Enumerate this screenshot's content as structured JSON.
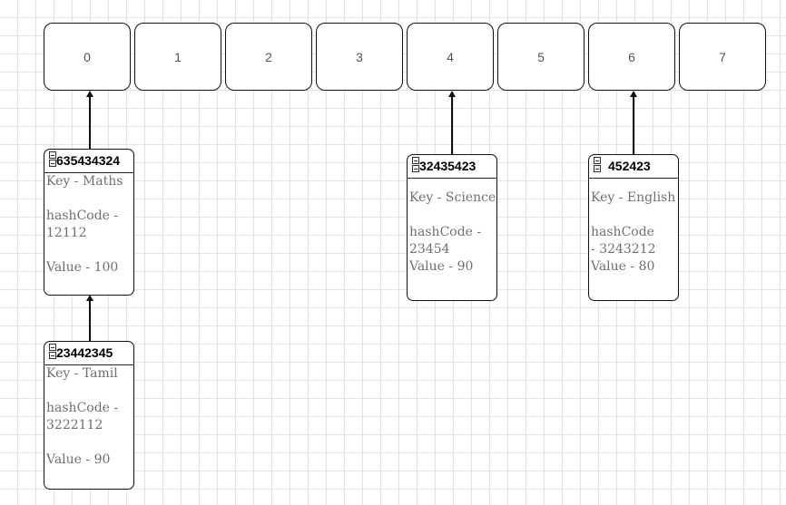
{
  "buckets": [
    "0",
    "1",
    "2",
    "3",
    "4",
    "5",
    "6",
    "7"
  ],
  "nodes": [
    {
      "header": "635434324",
      "key": "Key - Maths",
      "hash_line1": "hashCode -",
      "hash_line2": "12112",
      "value": "Value - 100"
    },
    {
      "header": "23442345",
      "key": "Key - Tamil",
      "hash_line1": "hashCode -",
      "hash_line2": "3222112",
      "value": "Value - 90"
    },
    {
      "header": "32435423",
      "key": "Key - Science",
      "hash_line1": "hashCode -",
      "hash_line2": "23454",
      "value": "Value - 90"
    },
    {
      "header": "452423",
      "key": "Key - English",
      "hash_line1": "hashCode",
      "hash_line2": "- 3243212",
      "value": "Value - 80"
    }
  ],
  "icons": {
    "collapse": "collapse-toggle-icon"
  }
}
